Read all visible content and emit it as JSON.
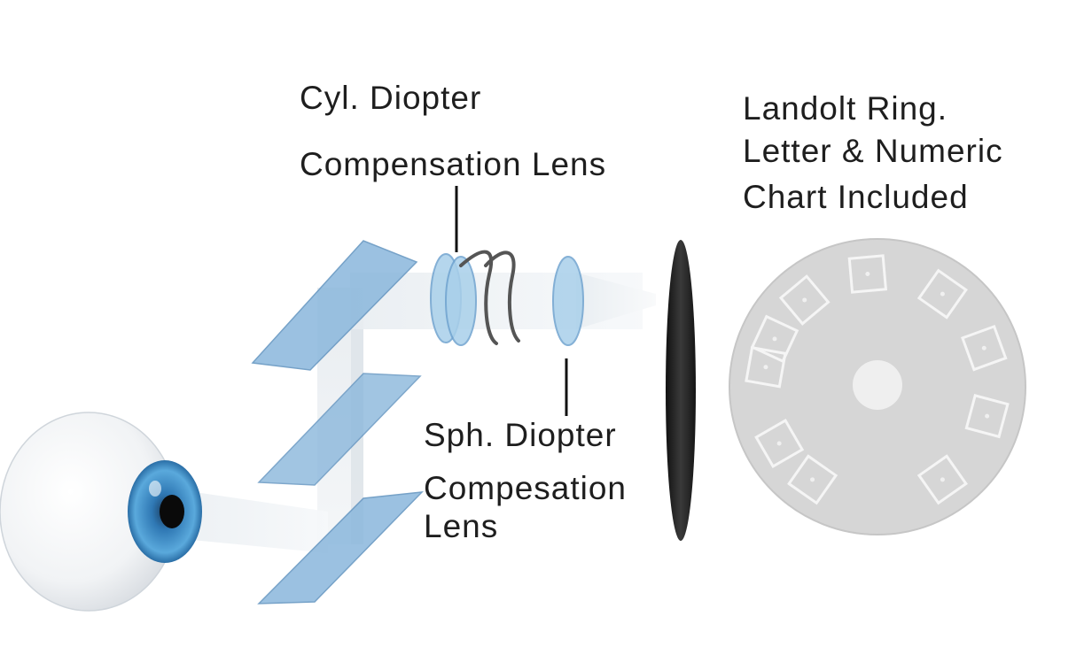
{
  "labels": {
    "cyl_line1": "Cyl. Diopter",
    "cyl_line2": "Compensation Lens",
    "sph_line1": "Sph. Diopter",
    "sph_line2": "Compesation",
    "sph_line3": "Lens",
    "chart_line1": "Landolt Ring.",
    "chart_line2": "Letter & Numeric",
    "chart_line3": "Chart Included"
  },
  "colors": {
    "text": "#1e1e1e",
    "mirror_blue": "#7fb0d8",
    "lens_blue": "#9cc8e4",
    "iris_blue": "#3f8fc8",
    "chart_disc": "#d6d6d6",
    "focus_plate": "#2a2a2a"
  },
  "icons": [
    "eye-icon",
    "mirror-icon",
    "lens-icon",
    "spring-icon",
    "chart-disc-icon"
  ]
}
